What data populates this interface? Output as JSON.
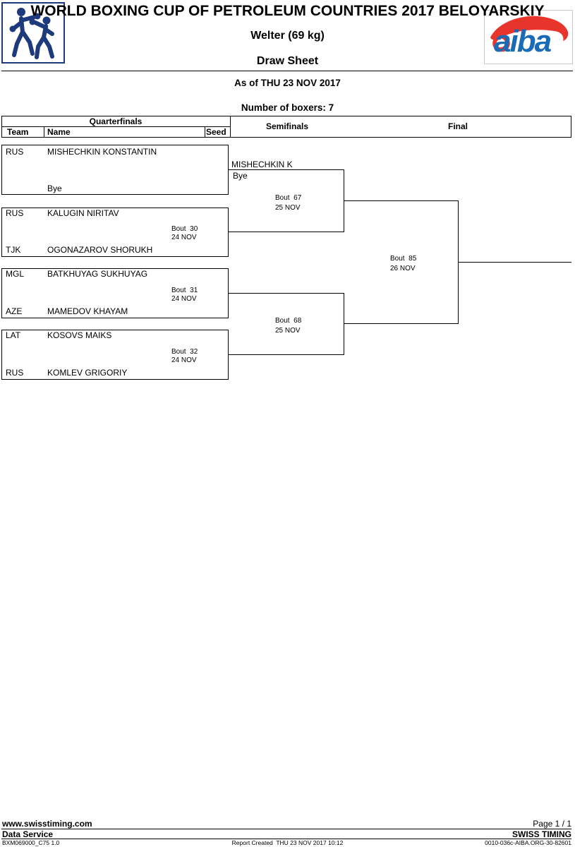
{
  "header": {
    "title": "WORLD BOXING CUP OF PETROLEUM COUNTRIES 2017 BELOYARSKIY",
    "weight_class": "Welter (69 kg)",
    "doc_type": "Draw Sheet",
    "as_of": "As of THU 23 NOV 2017",
    "boxers_count": "Number of boxers: 7"
  },
  "logos": {
    "left_icon": "boxing-pictogram",
    "aiba_text": "aiba",
    "aiba_red": "#e8352c",
    "aiba_blue": "#1a6ab5",
    "pictogram_navy": "#1d3a7d"
  },
  "columns": {
    "quarterfinals": "Quarterfinals",
    "team": "Team",
    "name": "Name",
    "seed": "Seed",
    "semifinals": "Semifinals",
    "final": "Final"
  },
  "bracket": {
    "pairs": [
      {
        "top_team": "RUS",
        "top_name": "MISHECHKIN KONSTANTIN",
        "bottom_team": "",
        "bottom_name": "Bye",
        "bout": "",
        "date": ""
      },
      {
        "top_team": "RUS",
        "top_name": "KALUGIN NIRITAV",
        "bottom_team": "TJK",
        "bottom_name": "OGONAZAROV SHORUKH",
        "bout": "Bout  30",
        "date": "24 NOV"
      },
      {
        "top_team": "MGL",
        "top_name": "BATKHUYAG SUKHUYAG",
        "bottom_team": "AZE",
        "bottom_name": "MAMEDOV KHAYAM",
        "bout": "Bout  31",
        "date": "24 NOV"
      },
      {
        "top_team": "LAT",
        "top_name": "KOSOVS MAIKS",
        "bottom_team": "RUS",
        "bottom_name": "KOMLEV GRIGORIY",
        "bout": "Bout  32",
        "date": "24 NOV"
      }
    ],
    "semifinals": [
      {
        "advancer": "MISHECHKIN K",
        "advancer_note": "Bye",
        "bout": "Bout  67",
        "date": "25 NOV"
      },
      {
        "advancer": "",
        "advancer_note": "",
        "bout": "Bout  68",
        "date": "25 NOV"
      }
    ],
    "final": {
      "bout": "Bout  85",
      "date": "26 NOV"
    }
  },
  "footer": {
    "website": "www.swisstiming.com",
    "page": "Page 1 / 1",
    "service": "Data Service",
    "company": "SWISS TIMING",
    "report_code": "BXM069000_C75 1.0",
    "report_created": "Report Created  THU 23 NOV 2017 10:12",
    "doc_code": "0010-036c-AIBA.ORG-30-82601"
  }
}
